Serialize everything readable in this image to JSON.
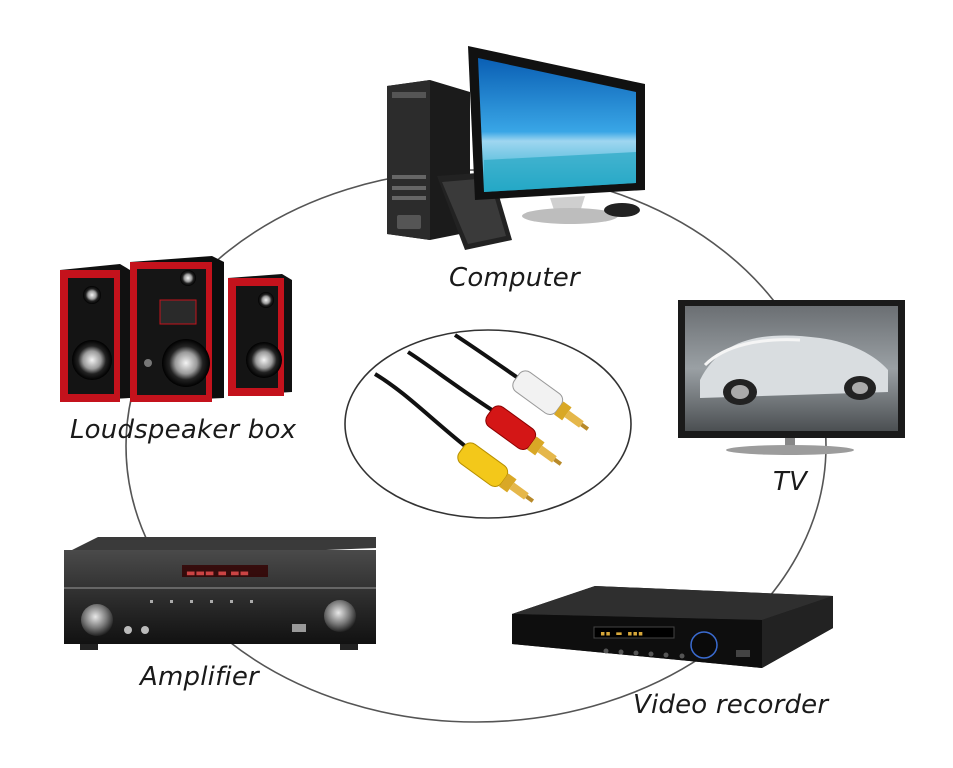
{
  "devices": {
    "computer": {
      "label": "Computer",
      "icon": "computer-icon"
    },
    "tv": {
      "label": "TV",
      "icon": "tv-icon"
    },
    "loudspeaker": {
      "label": "Loudspeaker box",
      "icon": "speaker-icon"
    },
    "amplifier": {
      "label": "Amplifier",
      "icon": "amplifier-icon"
    },
    "video_recorder": {
      "label": "Video recorder",
      "icon": "video-recorder-icon"
    }
  },
  "center": {
    "icon": "rca-cable-icon",
    "plug_colors": [
      "#f2f2f2",
      "#d41616",
      "#f3c81a"
    ]
  },
  "colors": {
    "ring": "#555555",
    "speaker_accent": "#c4121c",
    "screen_blue": "#1f8fd6"
  }
}
